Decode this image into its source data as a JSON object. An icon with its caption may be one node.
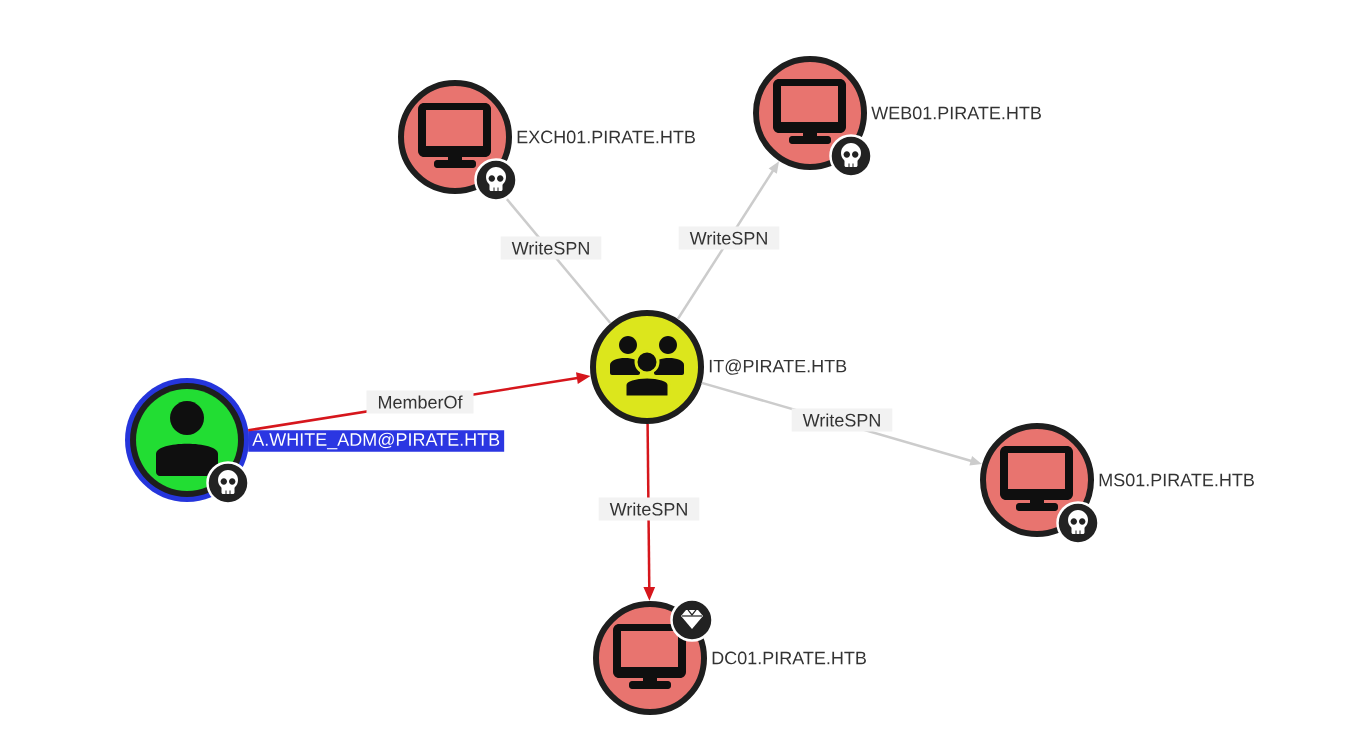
{
  "diagram": {
    "nodes": [
      {
        "text": [
          "EXCH01.PIRATE.HTB"
        ]
      },
      {
        "text": [
          "WEB01.PIRATE.HTB"
        ]
      },
      {
        "text": [
          "IT@PIRATE.HTB"
        ]
      },
      {
        "text": [
          "A.WHITE_ADM@PIRATE.HTB"
        ]
      },
      {
        "text": [
          "MS01.PIRATE.HTB"
        ]
      },
      {
        "text": [
          "DC01.PIRATE.HTB"
        ]
      }
    ],
    "edges": [
      {
        "from": 3,
        "to": 2,
        "arrow": "to",
        "label": "MemberOf",
        "color": "#d6161c"
      },
      {
        "from": 2,
        "to": 0,
        "arrow": "none",
        "label": "WriteSPN"
      },
      {
        "from": 2,
        "to": 1,
        "arrow": "to",
        "label": "WriteSPN"
      },
      {
        "from": 2,
        "to": 4,
        "arrow": "to",
        "label": "WriteSPN"
      },
      {
        "from": 2,
        "to": 5,
        "arrow": "to",
        "label": "WriteSPN",
        "color": "#d6161c"
      }
    ]
  }
}
